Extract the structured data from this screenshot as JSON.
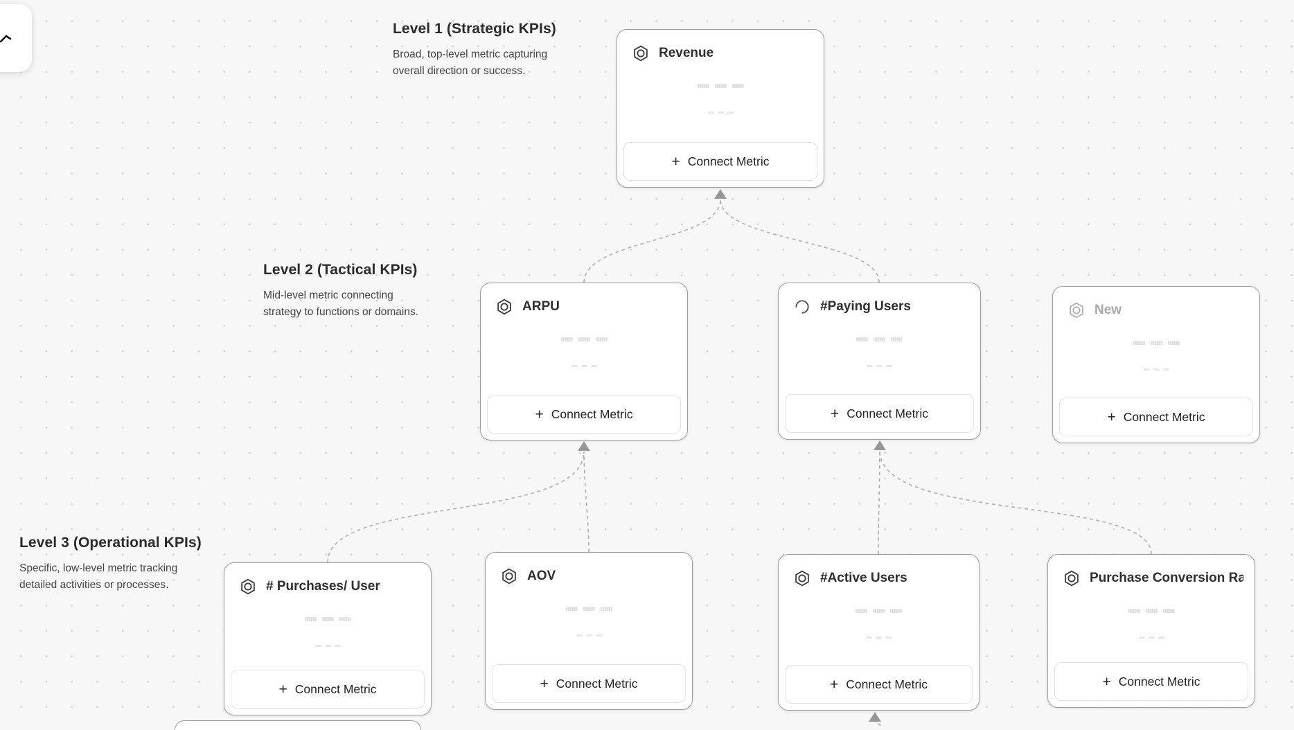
{
  "colors": {
    "canvas_bg": "#f7f7f7",
    "dot": "#c9c9c9",
    "card_border": "#9e9e9e",
    "card_bg": "#ffffff",
    "title_text": "#2f2f2f",
    "muted_title_text": "#a8a8a8",
    "button_border": "#e3e3e3",
    "button_text": "#232323",
    "edge": "#b3b3b3",
    "arrowhead": "#979797",
    "heading_text": "#2b2b2b",
    "description_text": "#444444"
  },
  "ui": {
    "plus_glyph": "+"
  },
  "levels": [
    {
      "title": "Level 1 (Strategic KPIs)",
      "description_line1": "Broad, top-level metric capturing",
      "description_line2": "overall direction or success."
    },
    {
      "title": "Level 2 (Tactical KPIs)",
      "description_line1": "Mid-level metric connecting",
      "description_line2": "strategy to functions or domains."
    },
    {
      "title": "Level 3 (Operational KPIs)",
      "description_line1": "Specific, low-level metric tracking",
      "description_line2": "detailed activities or processes."
    }
  ],
  "cards": [
    {
      "title": "Revenue",
      "icon": "hexagon-badge-icon",
      "button_label": "Connect Metric"
    },
    {
      "title": "ARPU",
      "icon": "hexagon-badge-icon",
      "button_label": "Connect Metric"
    },
    {
      "title": "#Paying Users",
      "icon": "spinner-icon",
      "button_label": "Connect Metric"
    },
    {
      "title": "New",
      "icon": "hexagon-badge-icon",
      "button_label": "Connect Metric"
    },
    {
      "title": "# Purchases/ User",
      "icon": "hexagon-badge-icon",
      "button_label": "Connect Metric"
    },
    {
      "title": "AOV",
      "icon": "hexagon-badge-icon",
      "button_label": "Connect Metric"
    },
    {
      "title": "#Active Users",
      "icon": "hexagon-badge-icon",
      "button_label": "Connect Metric"
    },
    {
      "title": "Purchase Conversion Rate",
      "icon": "hexagon-badge-icon",
      "button_label": "Connect Metric"
    }
  ]
}
